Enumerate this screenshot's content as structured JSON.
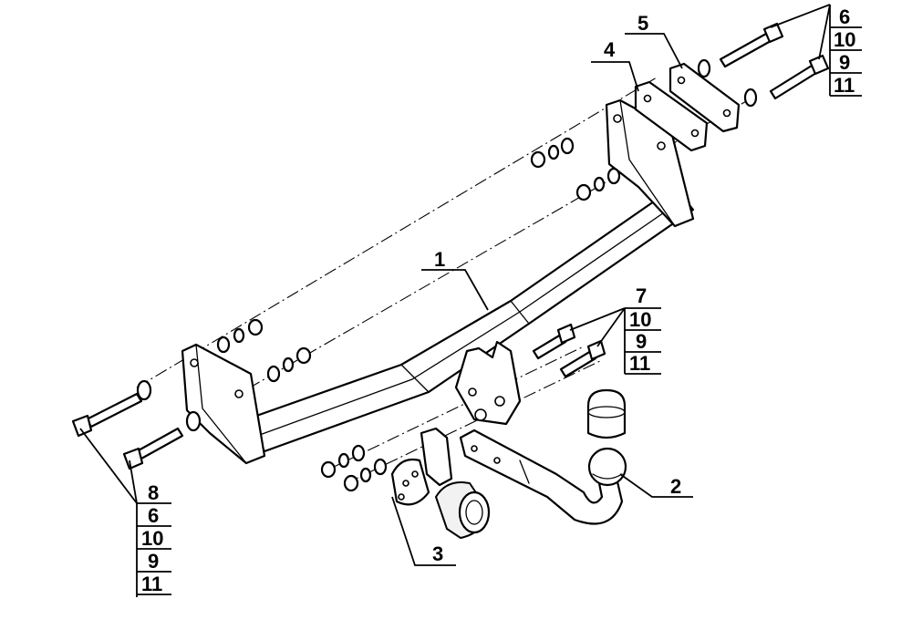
{
  "callouts": {
    "p1": "1",
    "p2": "2",
    "p3": "3",
    "p4": "4",
    "p5": "5",
    "p7": "7"
  },
  "legend_top_right": [
    "6",
    "10",
    "9",
    "11"
  ],
  "legend_mid_right": [
    "10",
    "9",
    "11"
  ],
  "legend_bottom_left": [
    "8",
    "6",
    "10",
    "9",
    "11"
  ],
  "colors": {
    "line": "#000000",
    "background": "#ffffff"
  }
}
